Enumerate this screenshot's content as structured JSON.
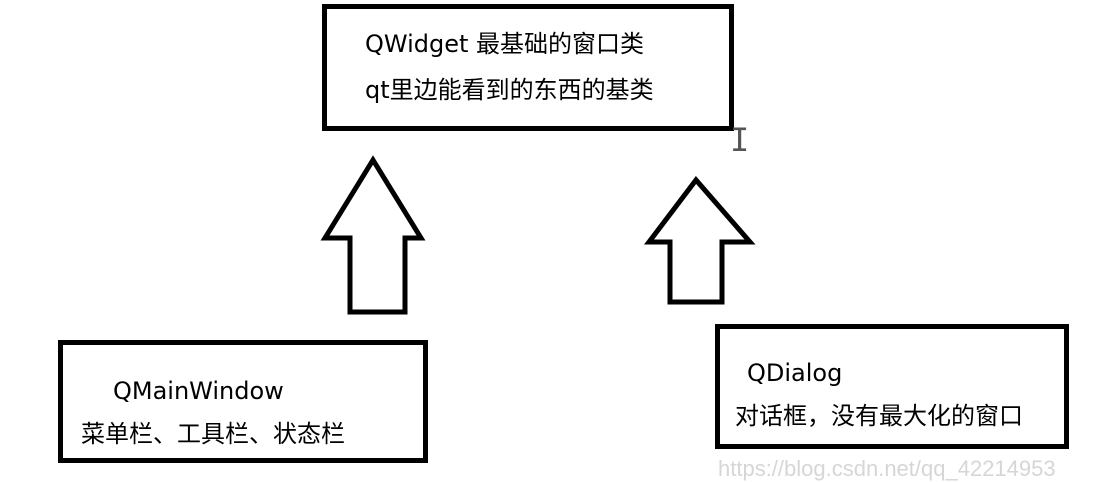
{
  "qwidget": {
    "line1": "QWidget 最基础的窗口类",
    "line2": "qt里边能看到的东西的基类"
  },
  "qmainwindow": {
    "line1": "QMainWindow",
    "line2": "菜单栏、工具栏、状态栏"
  },
  "qdialog": {
    "line1": "QDialog",
    "line2": "对话框，没有最大化的窗口"
  },
  "watermark": "https://blog.csdn.net/qq_42214953",
  "cursor_glyph": "I"
}
